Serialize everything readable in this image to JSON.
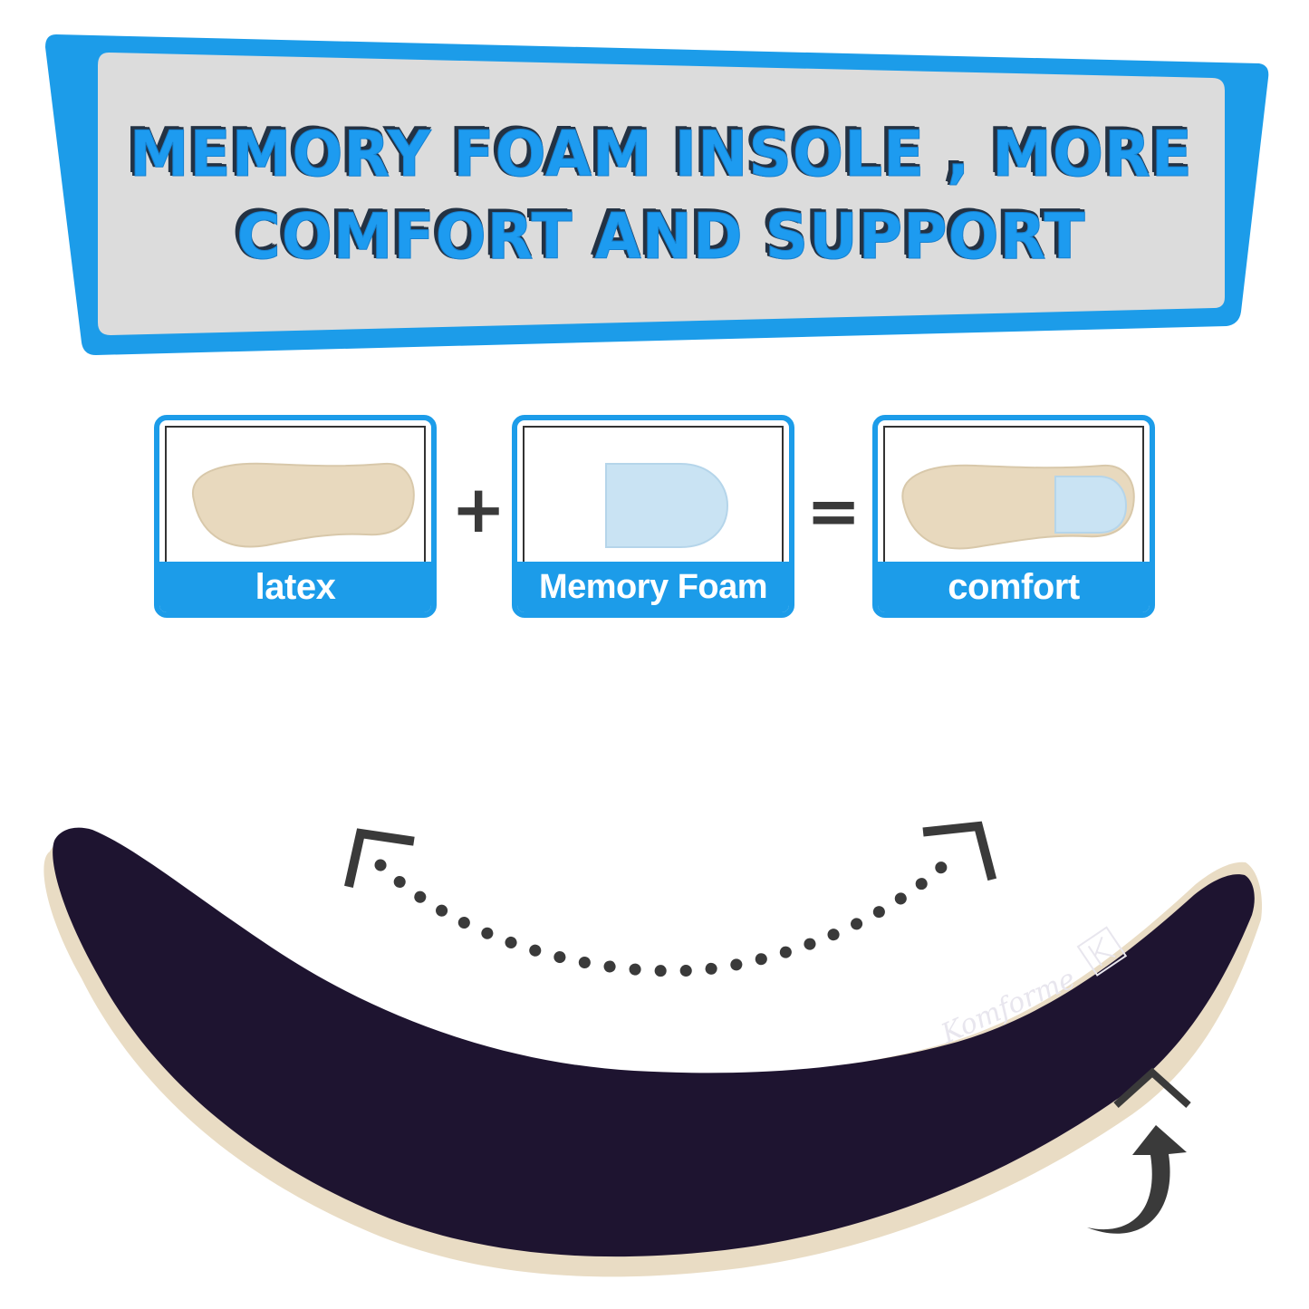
{
  "banner": {
    "line1": "MEMORY FOAM INSOLE , MORE",
    "line2": "COMFORT AND SUPPORT",
    "frame_color": "#1c9ce9",
    "panel_color": "#dcdcdc"
  },
  "equation": {
    "cards": [
      {
        "label": "latex"
      },
      {
        "label": "Memory Foam"
      },
      {
        "label": "comfort"
      }
    ],
    "plus": "+",
    "equals": "="
  },
  "insole": {
    "brand_text": "Komforme",
    "top_color": "#1e1430",
    "edge_color": "#e9dcc4",
    "foam_color": "#b9dcef",
    "arrow_color": "#3a3a3a"
  }
}
